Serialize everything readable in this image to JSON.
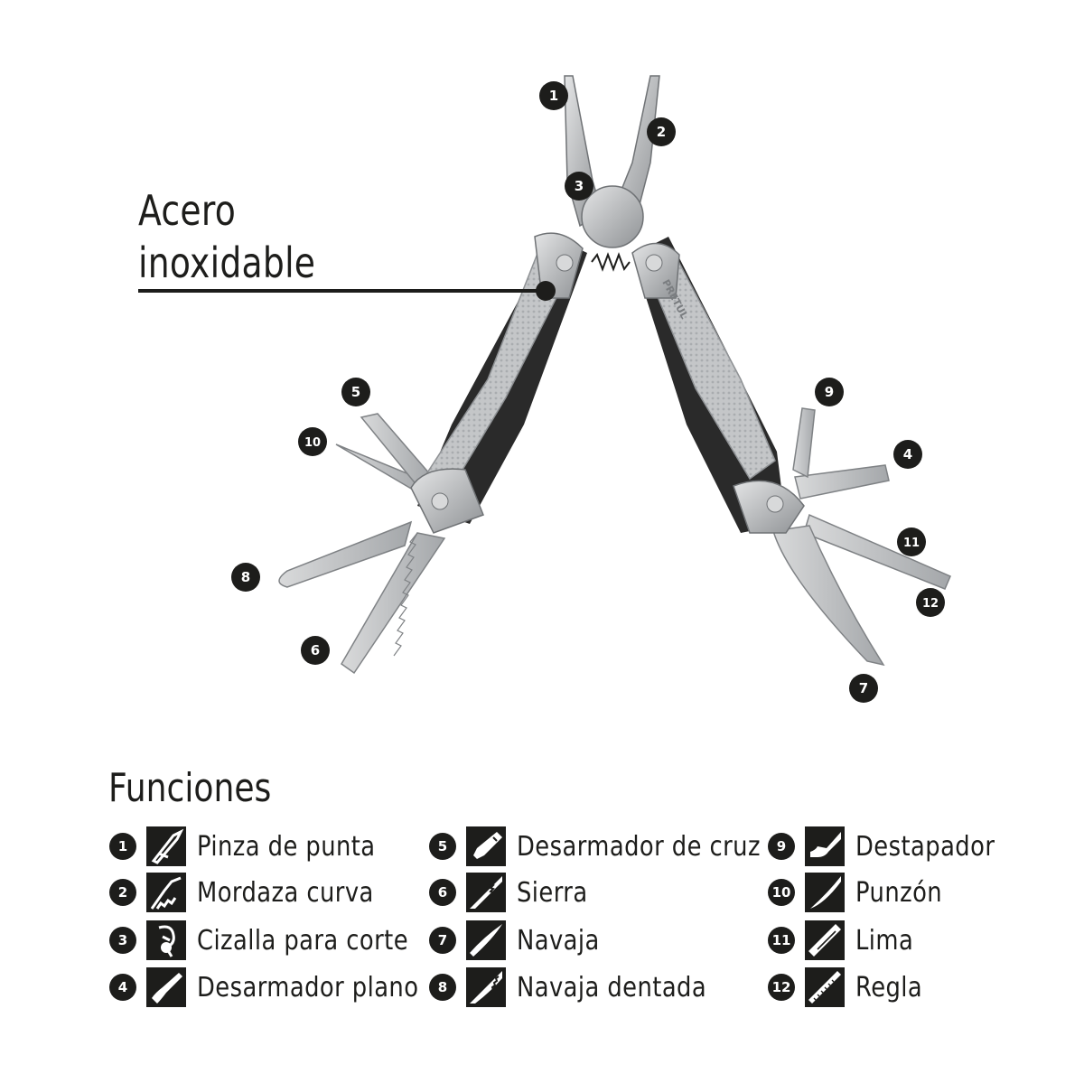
{
  "callout": {
    "line1": "Acero",
    "line2": "inoxidable"
  },
  "brand_mark": "PRETUL",
  "diagram_markers": [
    "1",
    "2",
    "3",
    "4",
    "5",
    "6",
    "7",
    "8",
    "9",
    "10",
    "11",
    "12"
  ],
  "functions": {
    "title": "Funciones",
    "items": [
      {
        "num": "1",
        "label": "Pinza de punta",
        "icon": "needle-nose-pliers-icon"
      },
      {
        "num": "2",
        "label": "Mordaza curva",
        "icon": "curved-jaw-icon"
      },
      {
        "num": "3",
        "label": "Cizalla para corte",
        "icon": "wire-cutter-icon"
      },
      {
        "num": "4",
        "label": "Desarmador plano",
        "icon": "flat-screwdriver-icon"
      },
      {
        "num": "5",
        "label": "Desarmador de cruz",
        "icon": "phillips-screwdriver-icon"
      },
      {
        "num": "6",
        "label": "Sierra",
        "icon": "saw-icon"
      },
      {
        "num": "7",
        "label": "Navaja",
        "icon": "knife-icon"
      },
      {
        "num": "8",
        "label": "Navaja dentada",
        "icon": "serrated-knife-icon"
      },
      {
        "num": "9",
        "label": "Destapador",
        "icon": "bottle-opener-icon"
      },
      {
        "num": "10",
        "label": "Punzón",
        "icon": "awl-icon"
      },
      {
        "num": "11",
        "label": "Lima",
        "icon": "file-icon"
      },
      {
        "num": "12",
        "label": "Regla",
        "icon": "ruler-icon"
      }
    ]
  },
  "colors": {
    "ink": "#1d1d1b",
    "steel": "#c9cbcd",
    "steel_dark": "#8e9194",
    "grip": "#2a2a2a"
  }
}
